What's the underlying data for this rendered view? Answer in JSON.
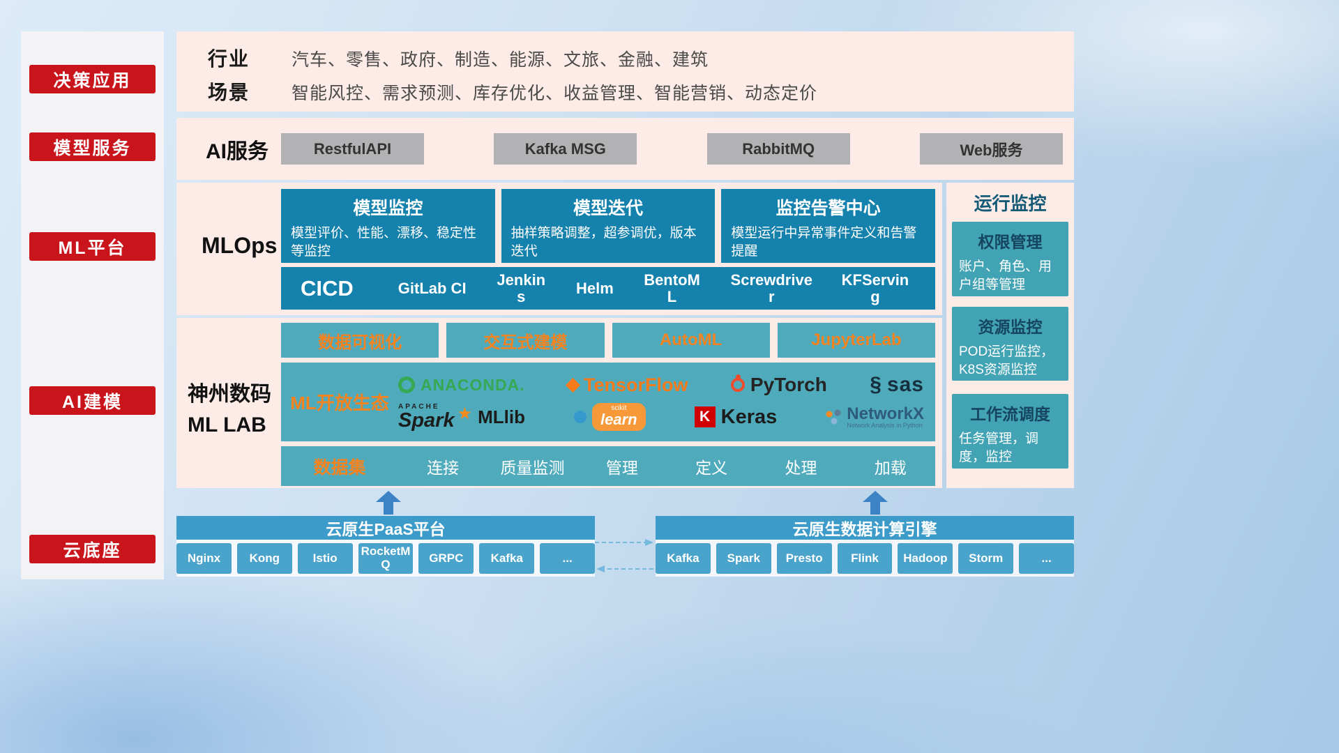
{
  "sidebar": {
    "items": [
      {
        "label": "决策应用"
      },
      {
        "label": "模型服务"
      },
      {
        "label": "ML平台"
      },
      {
        "label": "AI建模"
      },
      {
        "label": "云底座"
      }
    ]
  },
  "industry": {
    "row1_label": "行业",
    "row1_text": "汽车、零售、政府、制造、能源、文旅、金融、建筑",
    "row2_label": "场景",
    "row2_text": "智能风控、需求预测、库存优化、收益管理、智能营销、动态定价"
  },
  "ai_service": {
    "label": "AI服务",
    "buttons": [
      {
        "label": "RestfulAPI"
      },
      {
        "label": "Kafka MSG"
      },
      {
        "label": "RabbitMQ"
      },
      {
        "label": "Web服务"
      }
    ]
  },
  "mlops": {
    "label": "MLOps",
    "cards": [
      {
        "title": "模型监控",
        "desc": "模型评价、性能、漂移、稳定性等监控"
      },
      {
        "title": "模型迭代",
        "desc": "抽样策略调整，超参调优，版本迭代"
      },
      {
        "title": "监控告警中心",
        "desc": "模型运行中异常事件定义和告警提醒"
      }
    ],
    "cicd_label": "CICD",
    "cicd_tools": [
      {
        "label": "GitLab CI"
      },
      {
        "label": "Jenkins"
      },
      {
        "label": "Helm"
      },
      {
        "label": "BentoML"
      },
      {
        "label": "Screwdriver"
      },
      {
        "label": "KFServing"
      }
    ]
  },
  "monitor": {
    "title": "运行监控",
    "cards": [
      {
        "title": "权限管理",
        "desc": "账户、角色、用户组等管理"
      },
      {
        "title": "资源监控",
        "desc": "POD运行监控，K8S资源监控"
      },
      {
        "title": "工作流调度",
        "desc": "任务管理，调度，监控"
      }
    ]
  },
  "mllab": {
    "label_line1": "神州数码",
    "label_line2": "ML LAB",
    "tools": [
      {
        "label": "数据可视化"
      },
      {
        "label": "交互式建模"
      },
      {
        "label": "AutoML"
      },
      {
        "label": "JupyterLab"
      }
    ],
    "eco_label": "ML开放生态",
    "logos": {
      "anaconda": "ANACONDA.",
      "tensorflow": "TensorFlow",
      "pytorch": "PyTorch",
      "sas": "sas",
      "spark_sub": "APACHE",
      "spark": "Spark",
      "mllib": "MLlib",
      "sklearn_sub": "scikit",
      "sklearn": "learn",
      "keras_k": "K",
      "keras": "Keras",
      "networkx": "NetworkX",
      "networkx_sub": "Network Analysis in Python"
    },
    "dataset_label": "数据集",
    "dataset_items": [
      {
        "label": "连接"
      },
      {
        "label": "质量监测"
      },
      {
        "label": "管理"
      },
      {
        "label": "定义"
      },
      {
        "label": "处理"
      },
      {
        "label": "加载"
      }
    ]
  },
  "paas": {
    "title": "云原生PaaS平台",
    "items": [
      {
        "label": "Nginx"
      },
      {
        "label": "Kong"
      },
      {
        "label": "Istio"
      },
      {
        "label": "RocketMQ"
      },
      {
        "label": "GRPC"
      },
      {
        "label": "Kafka"
      },
      {
        "label": "..."
      }
    ]
  },
  "engine": {
    "title": "云原生数据计算引擎",
    "items": [
      {
        "label": "Kafka"
      },
      {
        "label": "Spark"
      },
      {
        "label": "Presto"
      },
      {
        "label": "Flink"
      },
      {
        "label": "Hadoop"
      },
      {
        "label": "Storm"
      },
      {
        "label": "..."
      }
    ]
  },
  "colors": {
    "accent_red": "#c9141c",
    "panel_pink": "#fcebe7",
    "deep_blue": "#1581ad",
    "teal": "#4fabbc",
    "bar_blue": "#3c9bc8",
    "orange": "#f5831f"
  }
}
